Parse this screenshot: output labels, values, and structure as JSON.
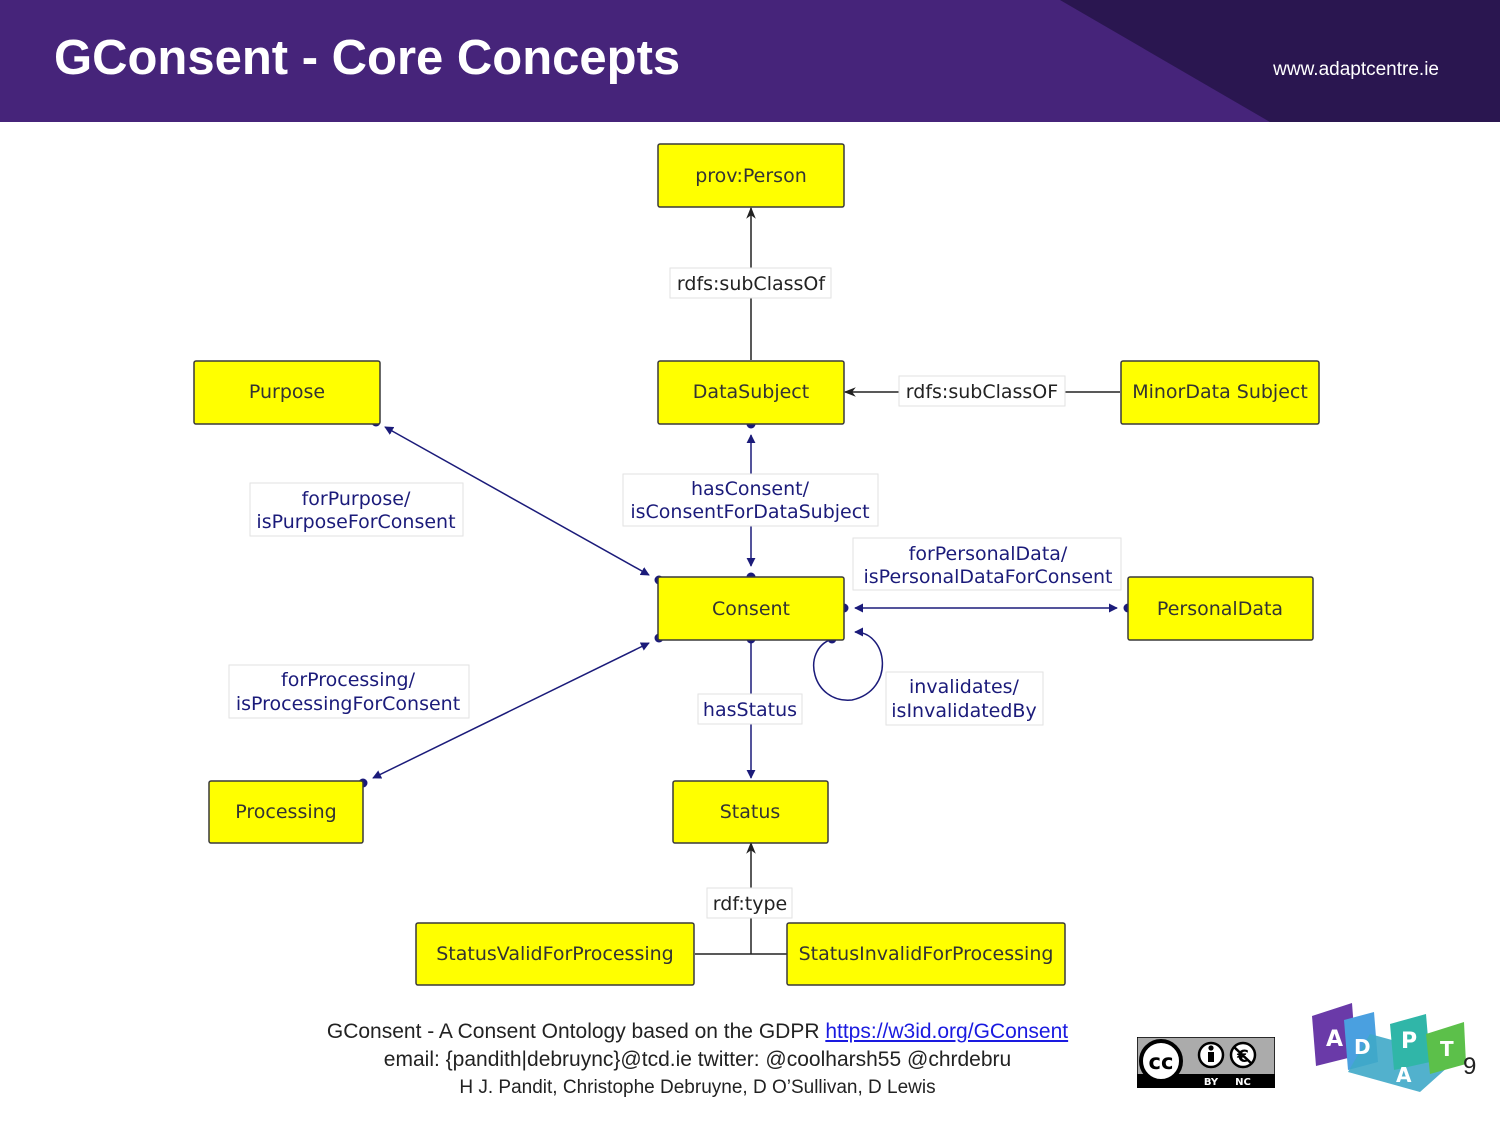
{
  "header": {
    "title": "GConsent - Core Concepts",
    "website": "www.adaptcentre.ie",
    "background_color": "#46247a"
  },
  "diagram": {
    "nodes": {
      "person": "prov:Person",
      "datasubject": "DataSubject",
      "minor": "MinorData Subject",
      "purpose": "Purpose",
      "consent": "Consent",
      "personaldata": "PersonalData",
      "processing": "Processing",
      "status": "Status",
      "valid": "StatusValidForProcessing",
      "invalid": "StatusInvalidForProcessing"
    },
    "edges": {
      "subclass_person": "rdfs:subClassOf",
      "subclass_minor": "rdfs:subClassOF",
      "has_consent": [
        "hasConsent/",
        "isConsentForDataSubject"
      ],
      "for_purpose": [
        "forPurpose/",
        "isPurposeForConsent"
      ],
      "for_personal_data": [
        "forPersonalData/",
        "isPersonalDataForConsent"
      ],
      "for_processing": [
        "forProcessing/",
        "isProcessingForConsent"
      ],
      "has_status": "hasStatus",
      "invalidates": [
        "invalidates/",
        "isInvalidatedBy"
      ],
      "rdf_type": "rdf:type"
    },
    "node_color": "#ffff00",
    "edge_color": "#1b1b7a"
  },
  "footer": {
    "line1_text": "GConsent - A Consent Ontology based on the GDPR ",
    "line1_link": "https://w3id.org/GConsent",
    "line2": "email: {pandith|debruync}@tcd.ie twitter: @coolharsh55 @chrdebru",
    "line3": "H J. Pandit, Christophe Debruyne, D O’Sullivan, D Lewis"
  },
  "license": {
    "cc": "cc",
    "by": "BY",
    "nc": "NC"
  },
  "logo": {
    "letters": [
      "A",
      "D",
      "A",
      "P",
      "T"
    ]
  },
  "page_number": "9"
}
